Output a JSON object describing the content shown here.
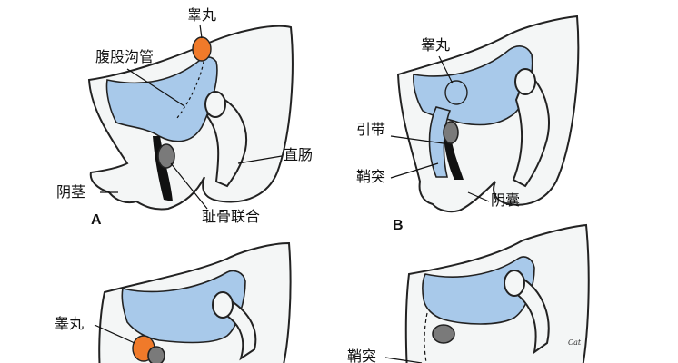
{
  "panels": [
    {
      "id": "A",
      "letter": "A",
      "labels": {
        "testis": "睾丸",
        "inguinal_canal": "腹股沟管",
        "rectum": "直肠",
        "penis": "阴茎",
        "pubic_symphysis": "耻骨联合"
      }
    },
    {
      "id": "B",
      "letter": "B",
      "labels": {
        "testis": "睾丸",
        "gubernaculum": "引带",
        "vaginal_process": "鞘突",
        "scrotum": "阴囊"
      }
    },
    {
      "id": "C",
      "labels": {
        "testis": "睾丸"
      }
    },
    {
      "id": "D",
      "labels": {
        "vaginal_cavity": "鞘突"
      },
      "signature": "Cat"
    }
  ],
  "colors": {
    "cavity": "#a8c9ea",
    "testis_orange": "#f07a2a",
    "bone": "#7a7a7a",
    "tissue": "#f4f6f6"
  }
}
